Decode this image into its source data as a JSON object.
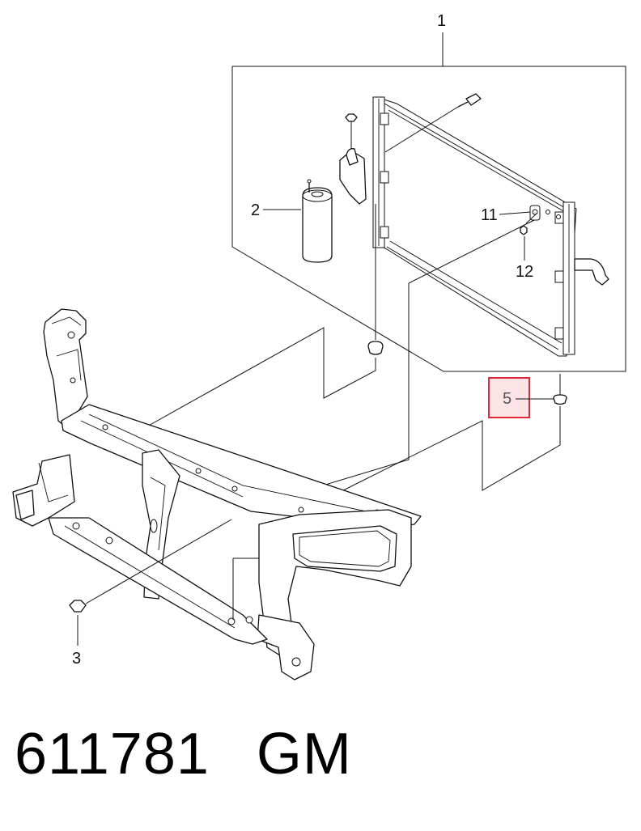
{
  "callouts": {
    "c1": "1",
    "c2": "2",
    "c3": "3",
    "c5": "5",
    "c11": "11",
    "c12": "12"
  },
  "highlight": {
    "callout": "5",
    "border_color": "#e0283a",
    "fill_color": "#fbe3e6"
  },
  "footer": {
    "part_number": "611781",
    "brand": "GM"
  }
}
